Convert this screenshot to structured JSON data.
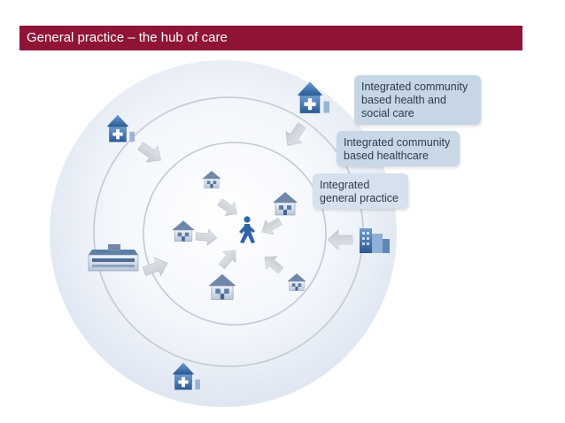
{
  "header": {
    "title": "General practice – the hub of care"
  },
  "labels": {
    "outer": [
      "Integrated community",
      "based health and",
      "social care"
    ],
    "middle": [
      "Integrated community",
      "based healthcare"
    ],
    "inner": [
      "Integrated",
      "general practice"
    ]
  },
  "colors": {
    "title_bar": "#8f1436",
    "label_fill": "#c6d6e6",
    "ring_fill": "#e9eef7",
    "icon_blue": "#3f6fa8",
    "arrow_gray": "#d3d7dc"
  },
  "icons": {
    "center": "walking-person-icon",
    "buildings": [
      "house-icon",
      "house-icon",
      "house-icon",
      "house-icon",
      "house-icon",
      "clinic-icon",
      "clinic-icon",
      "clinic-icon",
      "hospital-icon",
      "office-building-icon"
    ]
  }
}
